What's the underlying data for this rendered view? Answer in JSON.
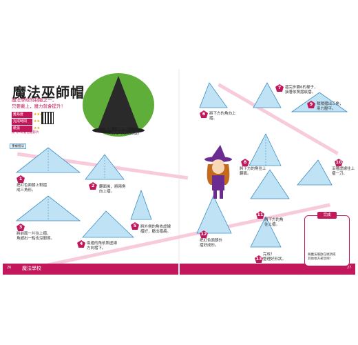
{
  "page": {
    "title": "魔法巫師帽",
    "intro_line1": "魔法學校的制服之一，",
    "intro_line2": "只要戴上，魔力就會提升！",
    "info": {
      "difficulty_label": "難易度",
      "difficulty_value": "★★★",
      "time_label": "完成時間",
      "time_value": "★★",
      "paper_label": "紙張",
      "paper_value": "★★",
      "qr_note": "掃 QR碼看摺紙影片"
    },
    "photo_caption_line1": "摺成「巫師帽」",
    "photo_caption_line2": "（➡請參考第126頁）",
    "legend": "重複摺法",
    "footer_left_label": "魔法學校",
    "page_left": "26",
    "page_right": "27",
    "callout_heading": "完成",
    "callout_note_line1": "將魔法帽放在頭頂或",
    "callout_note_line2": "其他地方來玩吧！"
  },
  "steps": [
    {
      "num": "1",
      "line1": "把紅色面朝上對摺",
      "line2": "成三角形。"
    },
    {
      "num": "2",
      "line1": "翻面後，將兩角",
      "line2": "向上摺。"
    },
    {
      "num": "3",
      "line1": "將前面一片往上摺，",
      "line2": "角超出一點也沒關係。"
    },
    {
      "num": "4",
      "line1": "兩邊的角依照虛線",
      "line2": "方向摺下。"
    },
    {
      "num": "5",
      "line1": "將外側的角依虛線",
      "line2": "摺好，壓出摺痕。"
    },
    {
      "num": "6",
      "line1": "將下方的角向上",
      "line2": "摺。"
    },
    {
      "num": "7",
      "line1": "摺完步驟6的樣子，",
      "line2": "接著依照摺痕摺。"
    },
    {
      "num": "8",
      "line1": "將下方的角往上",
      "line2": "翻面。"
    },
    {
      "num": "9",
      "line1": "稍稍摺出三角，",
      "line2": "用力壓平。"
    },
    {
      "num": "10",
      "line1": "沿著虛線往上",
      "line2": "摺一刀。"
    },
    {
      "num": "11",
      "line1": "將下方的角",
      "line2": "往上摺。"
    },
    {
      "num": "12",
      "line1": "把紅色面朝外",
      "line2": "摺好成形。"
    },
    {
      "num": "13",
      "line1": "完成！",
      "line2": "整理好形狀。"
    }
  ]
}
